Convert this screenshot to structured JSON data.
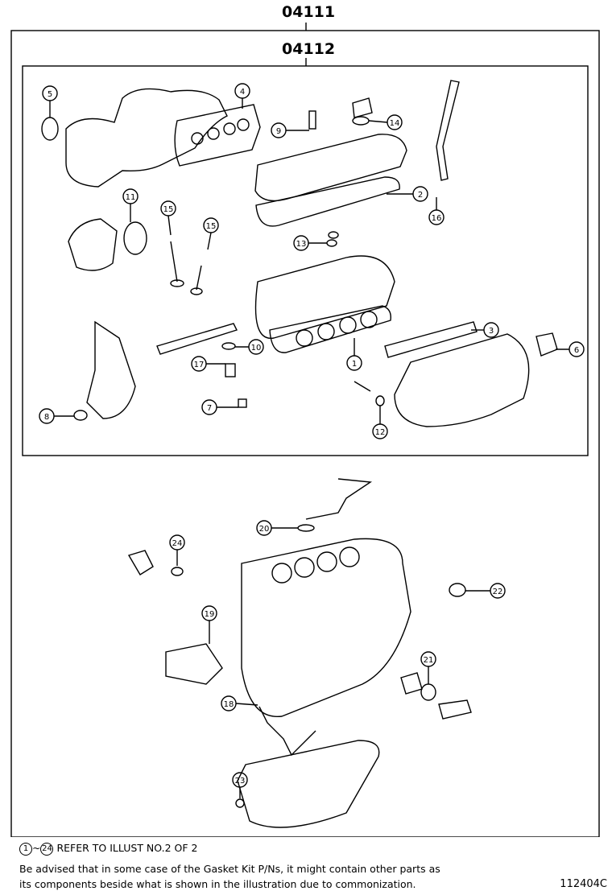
{
  "labels": {
    "outer_kit": "04111",
    "inner_kit": "04112"
  },
  "callouts": [
    {
      "num": "1"
    },
    {
      "num": "2"
    },
    {
      "num": "3"
    },
    {
      "num": "4"
    },
    {
      "num": "5"
    },
    {
      "num": "6"
    },
    {
      "num": "7"
    },
    {
      "num": "8"
    },
    {
      "num": "9"
    },
    {
      "num": "10"
    },
    {
      "num": "11"
    },
    {
      "num": "12"
    },
    {
      "num": "13"
    },
    {
      "num": "14"
    },
    {
      "num": "15"
    },
    {
      "num": "15"
    },
    {
      "num": "16"
    },
    {
      "num": "17"
    },
    {
      "num": "18"
    },
    {
      "num": "19"
    },
    {
      "num": "20"
    },
    {
      "num": "21"
    },
    {
      "num": "22"
    },
    {
      "num": "23"
    },
    {
      "num": "24"
    }
  ],
  "footer": {
    "range_start": "1",
    "range_sep": "~",
    "range_end": "24",
    "refer_text": "REFER TO ILLUST NO.2 OF 2",
    "note_line1": "Be advised that in some case of the Gasket Kit P/Ns,  it might contain other parts as",
    "note_line2": "its components beside what is shown in the illustration due to commonization.",
    "doc_id": "112404C"
  }
}
